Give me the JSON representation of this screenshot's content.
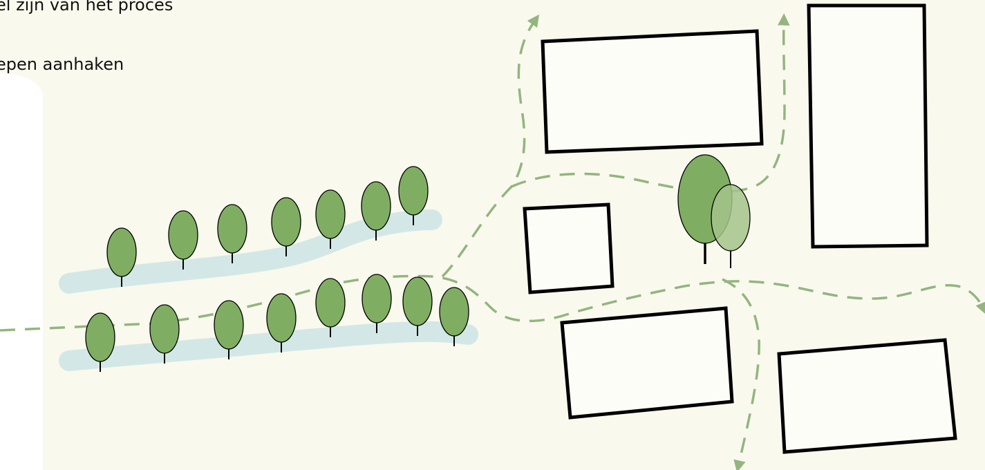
{
  "captions": {
    "line_1": "el zijn van het proces",
    "line_2": "epen aanhaken"
  },
  "colors": {
    "background": "#ffffff",
    "map_background": "#faf9ee",
    "water": "#d3e8e6",
    "tree_fill": "#7fae63",
    "tree_fill_light": "#a3c38a",
    "path": "#93b57f",
    "building_stroke": "#000000",
    "building_fill": "#fdfdf8"
  },
  "icons": [
    "tree-icon",
    "building-shape",
    "walking-route-arrow-icon",
    "water-stream"
  ]
}
